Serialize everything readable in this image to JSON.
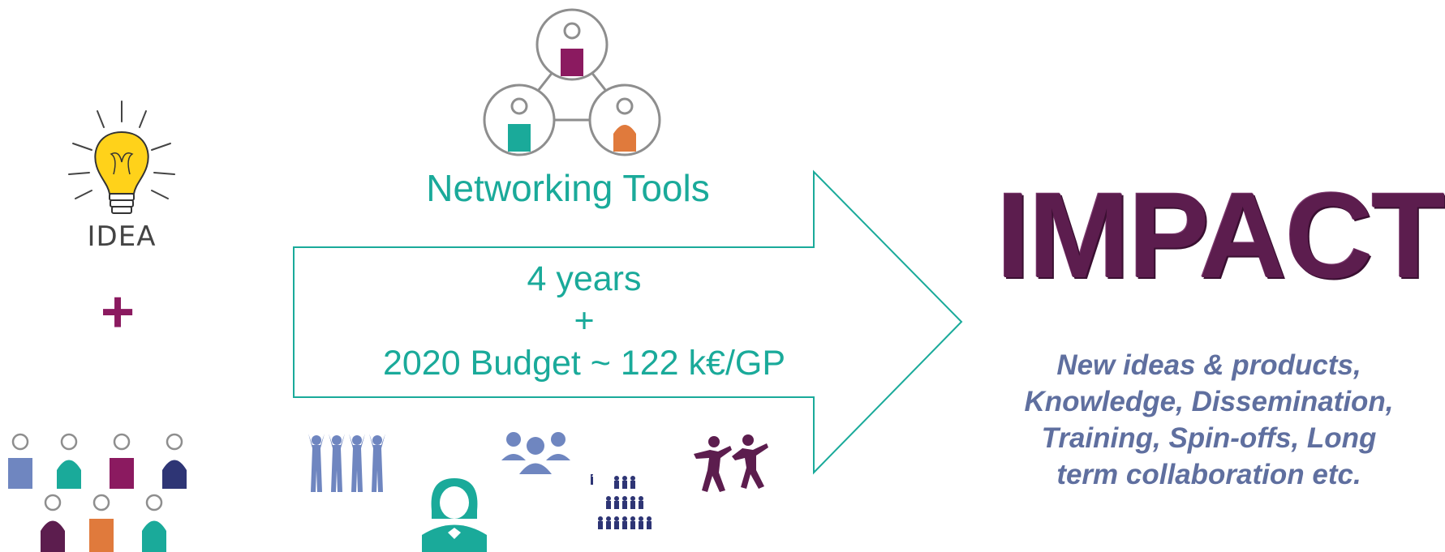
{
  "networking": {
    "label": "Networking Tools"
  },
  "arrow": {
    "line1": "4 years",
    "line2": "+",
    "line3": "2020 Budget ~ 122 k€/GP"
  },
  "impact": {
    "title": "IMPACT",
    "line1": "New ideas & products,",
    "line2": "Knowledge, Dissemination,",
    "line3": "Training, Spin-offs, Long",
    "line4": "term collaboration etc."
  },
  "idea": {
    "label": "IDEA"
  },
  "plus": {
    "symbol": "+"
  },
  "colors": {
    "teal": "#1aaa9a",
    "purple": "#8b1a60",
    "dark_purple": "#5c1d4e",
    "orange": "#e07a3c",
    "blue": "#6f86c0",
    "navy": "#2e3575",
    "grey": "#8e8e8e",
    "impact_text": "#5f6f9f"
  },
  "icons": [
    "lightbulb-icon",
    "network-icon",
    "people-row-icon",
    "cheering-people-icon",
    "group-icon",
    "woman-avatar-icon",
    "crowd-pyramid-icon",
    "dancing-people-icon"
  ]
}
